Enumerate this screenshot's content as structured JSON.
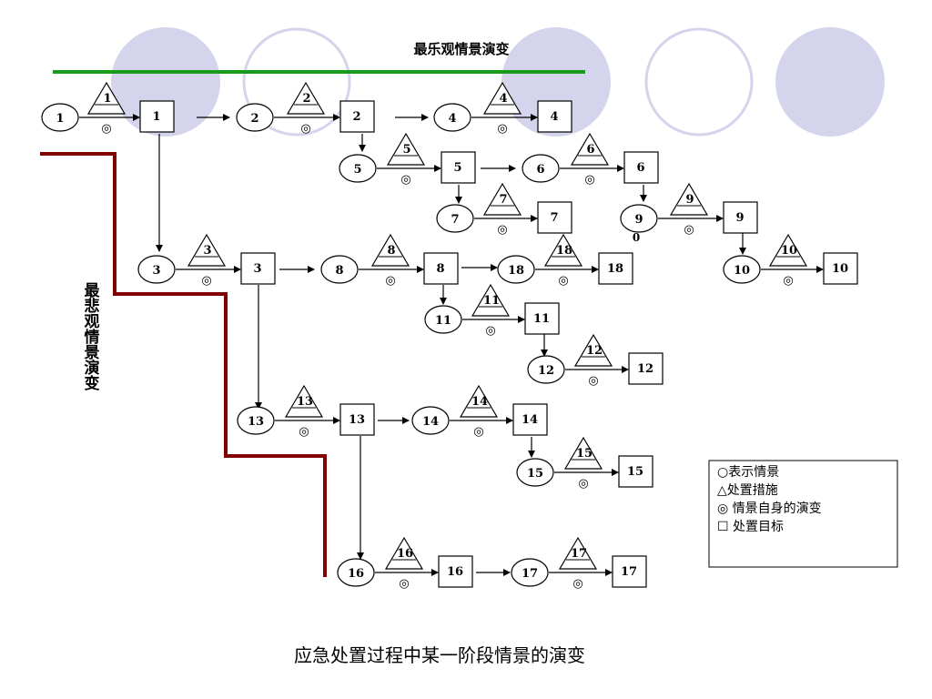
{
  "top_title": "最乐观情景演变",
  "left_title": "最悲观情景演变",
  "caption": "应急处置过程中某一阶段情景的演变",
  "measure_mark": "◎",
  "legend": {
    "items": [
      "○表示情景",
      "△处置措施",
      "◎ 情景自身的演变",
      "☐ 处置目标"
    ]
  },
  "nodes": [
    {
      "id": "1",
      "scenario": "1",
      "measure": "1",
      "target": "1"
    },
    {
      "id": "2",
      "scenario": "2",
      "measure": "2",
      "target": "2"
    },
    {
      "id": "4",
      "scenario": "4",
      "measure": "4",
      "target": "4"
    },
    {
      "id": "5",
      "scenario": "5",
      "measure": "5",
      "target": "5"
    },
    {
      "id": "6",
      "scenario": "6",
      "measure": "6",
      "target": "6"
    },
    {
      "id": "7",
      "scenario": "7",
      "measure": "7",
      "target": "7"
    },
    {
      "id": "9",
      "scenario": "9",
      "scenario_extra": "0",
      "measure": "9",
      "target": "9"
    },
    {
      "id": "10",
      "scenario": "10",
      "measure": "10",
      "target": "10"
    },
    {
      "id": "3",
      "scenario": "3",
      "measure": "3",
      "target": "3"
    },
    {
      "id": "8",
      "scenario": "8",
      "measure": "8",
      "target": "8"
    },
    {
      "id": "18",
      "scenario": "18",
      "measure": "18",
      "target": "18"
    },
    {
      "id": "11",
      "scenario": "11",
      "measure": "11",
      "target": "11"
    },
    {
      "id": "12",
      "scenario": "12",
      "measure": "12",
      "target": "12"
    },
    {
      "id": "13",
      "scenario": "13",
      "measure": "13",
      "target": "13"
    },
    {
      "id": "14",
      "scenario": "14",
      "measure": "14",
      "target": "14"
    },
    {
      "id": "15",
      "scenario": "15",
      "measure": "15",
      "target": "15"
    },
    {
      "id": "16",
      "scenario": "16",
      "measure": "16",
      "target": "16"
    },
    {
      "id": "17",
      "scenario": "17",
      "measure": "17",
      "target": "17"
    }
  ],
  "colors": {
    "optimistic_line": "#1a9a1a",
    "pessimistic_line": "#800000",
    "circle_fill": "#d4d4ec",
    "circle_outline": "#d4d4ec"
  }
}
